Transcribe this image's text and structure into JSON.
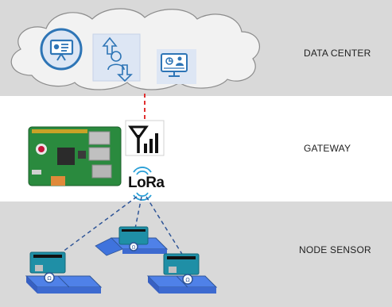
{
  "labels": {
    "data_center": "DATA CENTER",
    "gateway": "GATEWAY",
    "node_sensor": "NODE SENSOR",
    "lora": "LoRa"
  },
  "colors": {
    "band_gray": "#d9d9d9",
    "cloud_fill": "#f2f2f2",
    "icon_blue": "#2e75b6",
    "icon_tile": "#dde6f4",
    "dashed_red": "#e03030",
    "dashed_blue": "#2f5597",
    "platform_blue": "#4f81e8",
    "board_green": "#2a8a3e",
    "arduino_teal": "#1f8fa6"
  },
  "icons": [
    "presentation-icon",
    "user-flow-icon",
    "analytics-monitor-icon",
    "signal-bars-icon",
    "lora-wave-icon",
    "raspberry-pi-icon",
    "arduino-icon"
  ]
}
